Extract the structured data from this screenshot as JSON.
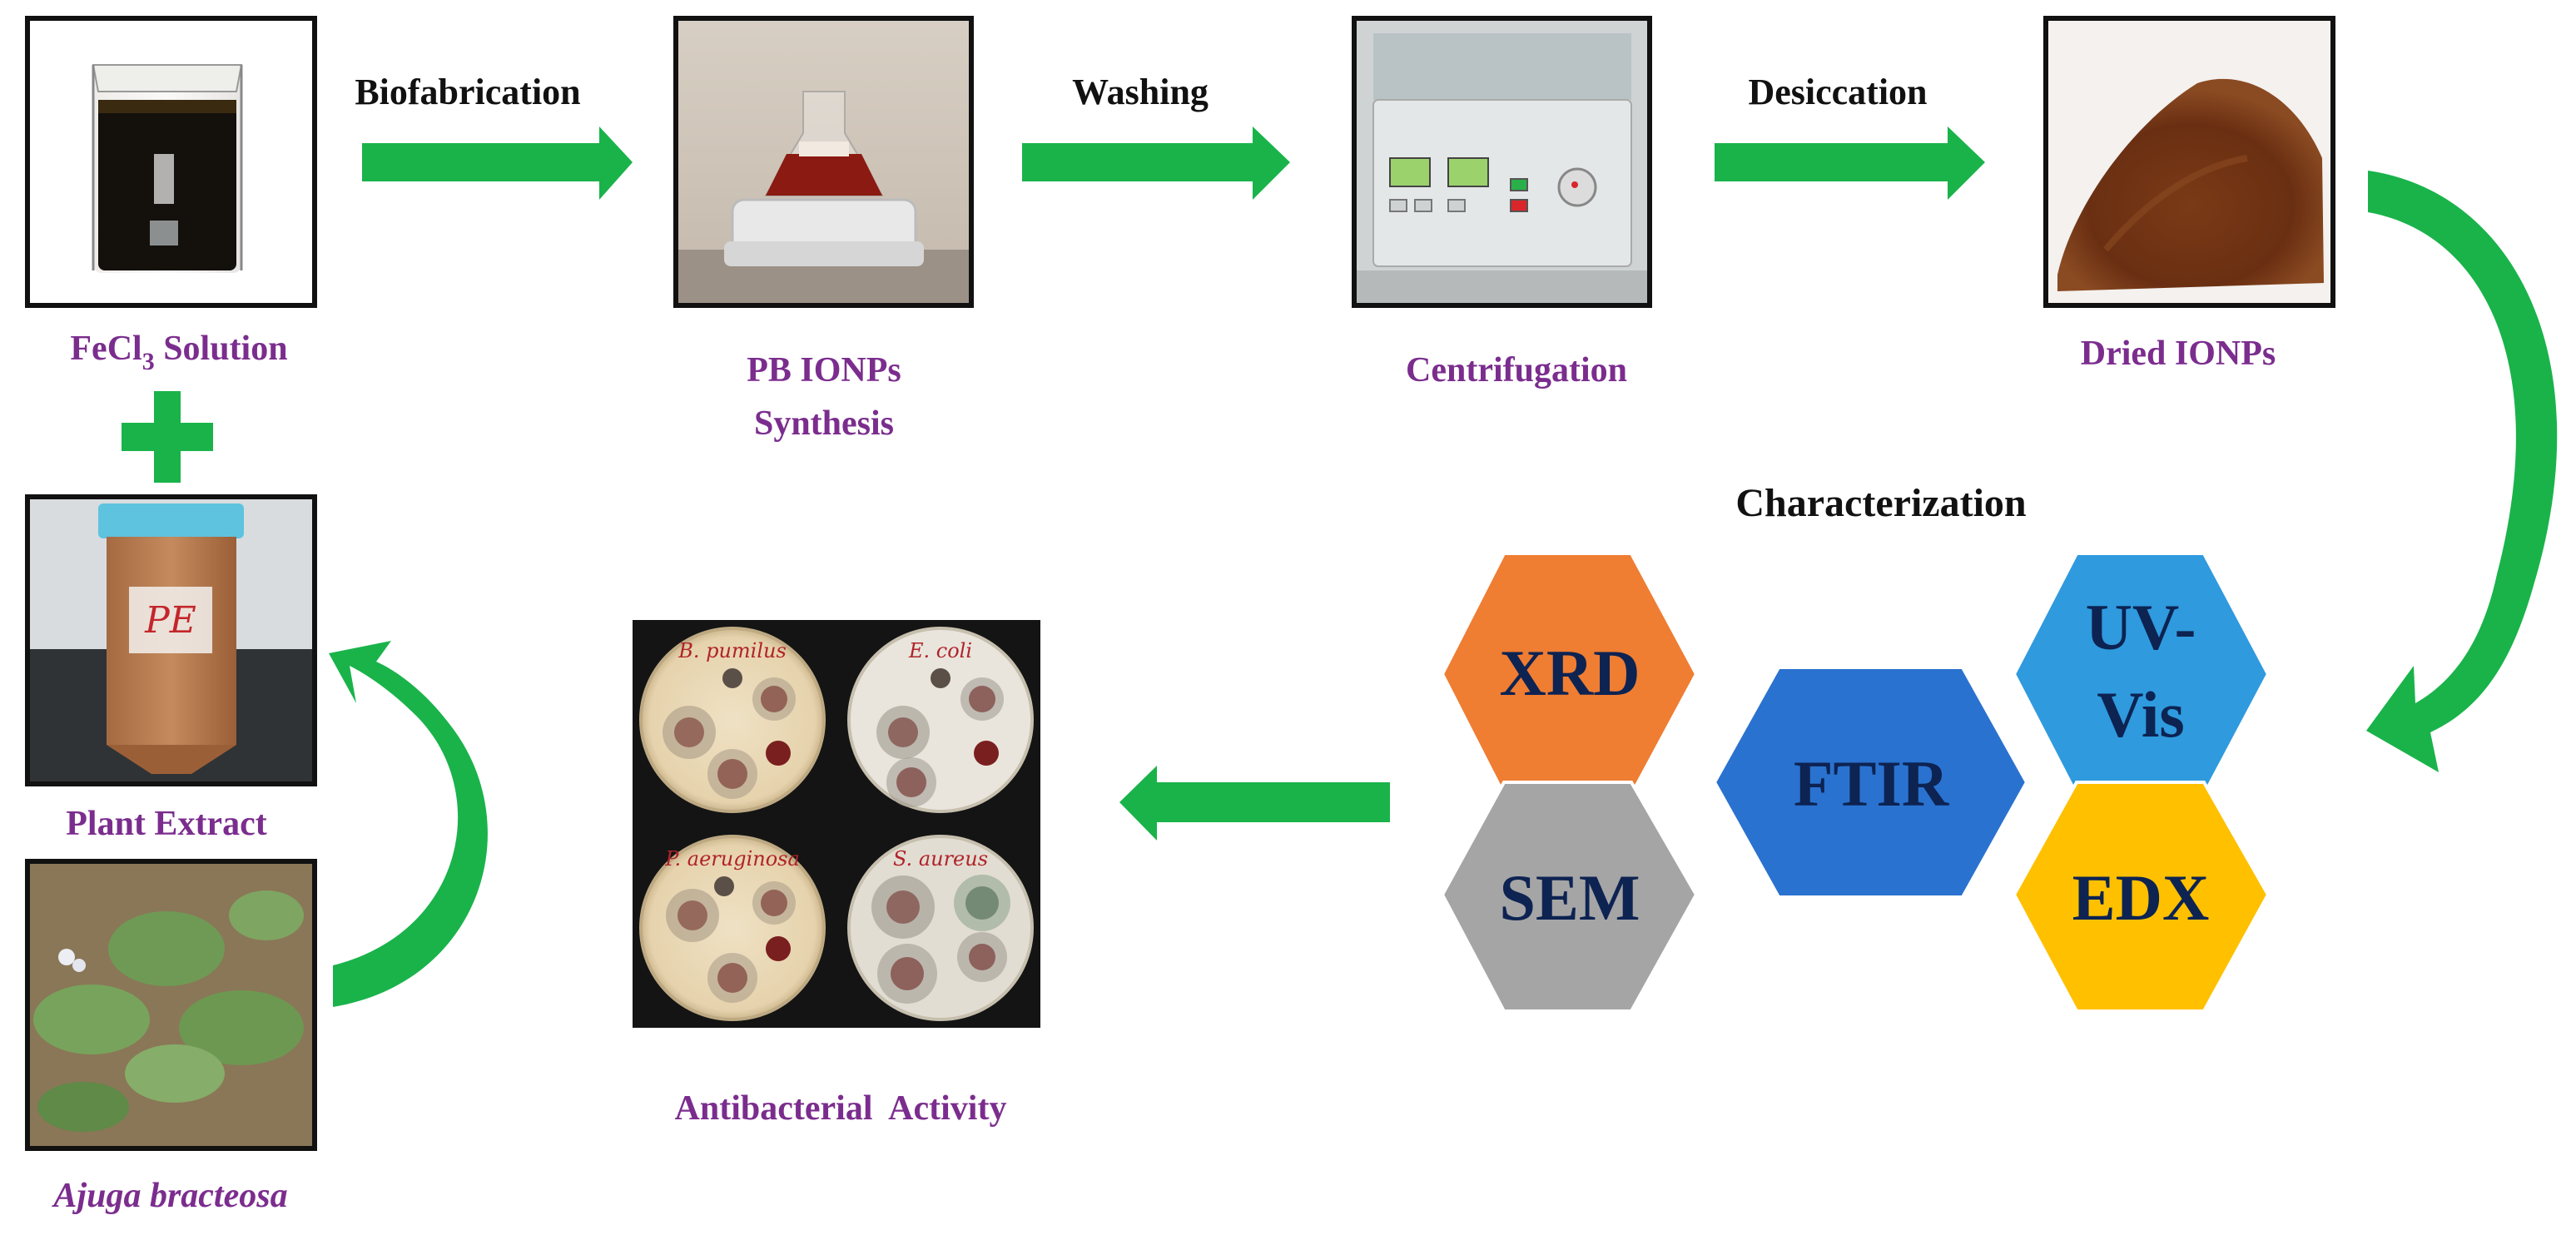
{
  "colors": {
    "arrow_green": "#19b34a",
    "label_purple": "#7b2d8e",
    "hex_text": "#0d2352",
    "hex_xrd": "#ef7d32",
    "hex_uvvis": "#2f9ade",
    "hex_ftir": "#2a72cf",
    "hex_sem": "#a5a5a5",
    "hex_edx": "#ffc000"
  },
  "steps": {
    "biofabrication": "Biofabrication",
    "washing": "Washing",
    "desiccation": "Desiccation"
  },
  "labels": {
    "fecl3_main": "FeCl",
    "fecl3_sub": "3",
    "fecl3_tail": " Solution",
    "pbionps_line1": "PB IONPs",
    "pbionps_line2": "Synthesis",
    "centrifugation": "Centrifugation",
    "dried_ionps": "Dried IONPs",
    "plant_extract": "Plant Extract",
    "ajuga": "Ajuga bracteosa",
    "antibacterial": "Antibacterial  Activity"
  },
  "characterization": {
    "title": "Characterization",
    "xrd": "XRD",
    "uvvis_line1": "UV-",
    "uvvis_line2": "Vis",
    "ftir": "FTIR",
    "sem": "SEM",
    "edx": "EDX"
  },
  "photos": {
    "beaker_label": "FeCl3 solution beaker",
    "tube_text": "PE",
    "plates": [
      "B. pumilus",
      "E. coli",
      "P. aeruginosa",
      "S. aureus"
    ]
  }
}
